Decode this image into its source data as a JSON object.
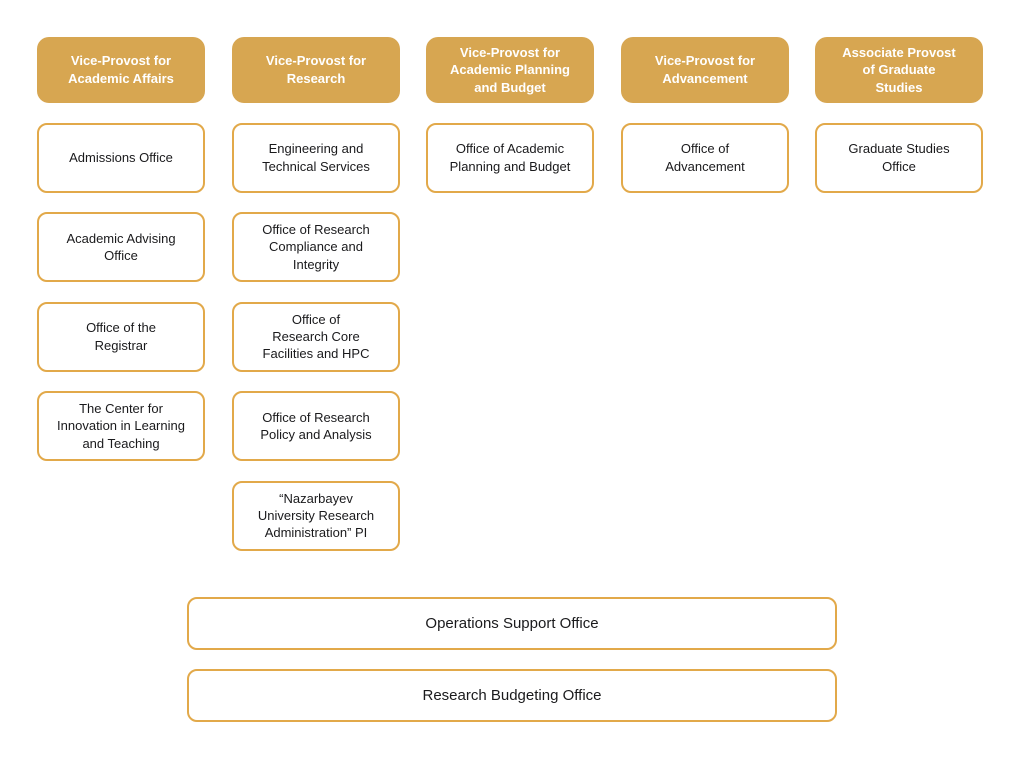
{
  "colors": {
    "gold_fill": "#D7A651",
    "gold_border": "#E2A94A",
    "header_text": "#FFFFFF",
    "box_text": "#1A1A1C",
    "background": "#FFFFFF"
  },
  "org_chart": {
    "columns": [
      {
        "id": "academic-affairs",
        "header": "Vice-Provost for\nAcademic Affairs",
        "offices": [
          "Admissions Office",
          "Academic Advising\nOffice",
          "Office of the\nRegistrar",
          "The Center for\nInnovation in Learning\nand Teaching"
        ]
      },
      {
        "id": "research",
        "header": "Vice-Provost for\nResearch",
        "offices": [
          "Engineering and\nTechnical Services",
          "Office of Research\nCompliance and\nIntegrity",
          "Office of\nResearch Core\nFacilities and HPC",
          "Office of Research\nPolicy and Analysis",
          "“Nazarbayev\nUniversity Research\nAdministration” PI"
        ]
      },
      {
        "id": "academic-planning-and-budget",
        "header": "Vice-Provost for\nAcademic Planning\nand Budget",
        "offices": [
          "Office of Academic\nPlanning and Budget"
        ]
      },
      {
        "id": "advancement",
        "header": "Vice-Provost for\nAdvancement",
        "offices": [
          "Office of\nAdvancement"
        ]
      },
      {
        "id": "graduate-studies",
        "header": "Associate Provost\nof Graduate\nStudies",
        "offices": [
          "Graduate Studies\nOffice"
        ]
      }
    ],
    "shared_offices": [
      "Operations Support Office",
      "Research Budgeting Office"
    ]
  }
}
